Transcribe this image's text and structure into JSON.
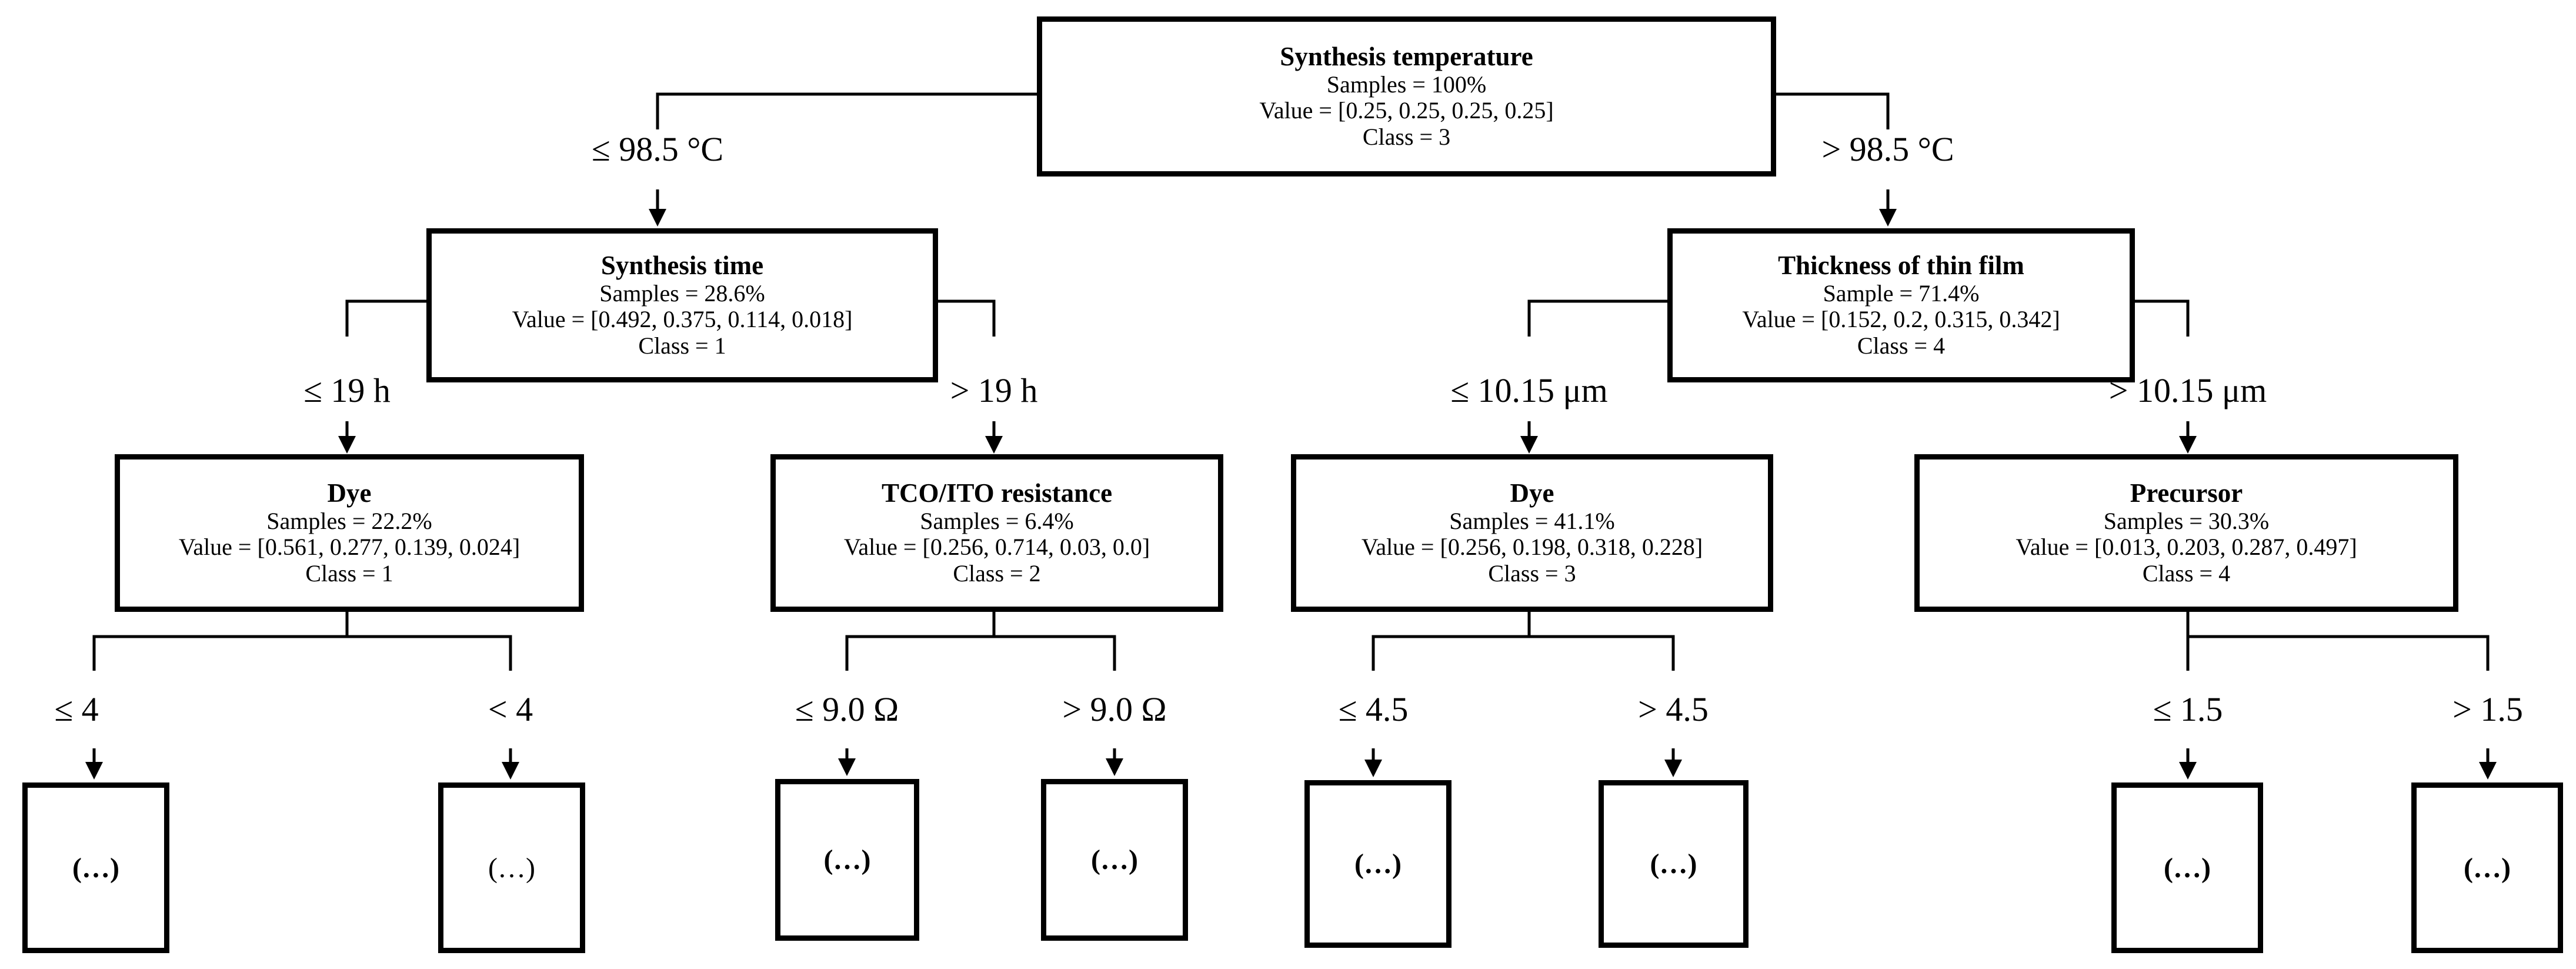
{
  "tree": {
    "root": {
      "title": "Synthesis temperature",
      "samples": "Samples = 100%",
      "value": "Value = [0.25, 0.25, 0.25, 0.25]",
      "class": "Class = 3"
    },
    "edge_root_left": "≤ 98.5 °C",
    "edge_root_right": "> 98.5 °C",
    "synthesis_time": {
      "title": "Synthesis time",
      "samples": "Samples = 28.6%",
      "value": "Value = [0.492, 0.375, 0.114, 0.018]",
      "class": "Class = 1"
    },
    "thickness": {
      "title": "Thickness of thin film",
      "samples": "Sample = 71.4%",
      "value": "Value = [0.152, 0.2, 0.315, 0.342]",
      "class": "Class = 4"
    },
    "edge_time_left": "≤ 19 h",
    "edge_time_right": "> 19 h",
    "edge_thick_left": "≤ 10.15 μm",
    "edge_thick_right": "> 10.15 μm",
    "dye_a": {
      "title": "Dye",
      "samples": "Samples = 22.2%",
      "value": "Value = [0.561, 0.277, 0.139, 0.024]",
      "class": "Class = 1"
    },
    "tco": {
      "title": "TCO/ITO resistance",
      "samples": "Samples = 6.4%",
      "value": "Value = [0.256, 0.714, 0.03, 0.0]",
      "class": "Class = 2"
    },
    "dye_b": {
      "title": "Dye",
      "samples": "Samples = 41.1%",
      "value": "Value = [0.256, 0.198, 0.318, 0.228]",
      "class": "Class = 3"
    },
    "precursor": {
      "title": "Precursor",
      "samples": "Samples = 30.3%",
      "value": "Value = [0.013, 0.203, 0.287, 0.497]",
      "class": "Class = 4"
    },
    "edges_leaf": {
      "dye_a_left": "≤ 4",
      "dye_a_right": "< 4",
      "tco_left": "≤ 9.0 Ω",
      "tco_right": "> 9.0 Ω",
      "dye_b_left": "≤ 4.5",
      "dye_b_right": "> 4.5",
      "prec_left": "≤ 1.5",
      "prec_right": "> 1.5"
    },
    "ellipsis": "(…)"
  }
}
